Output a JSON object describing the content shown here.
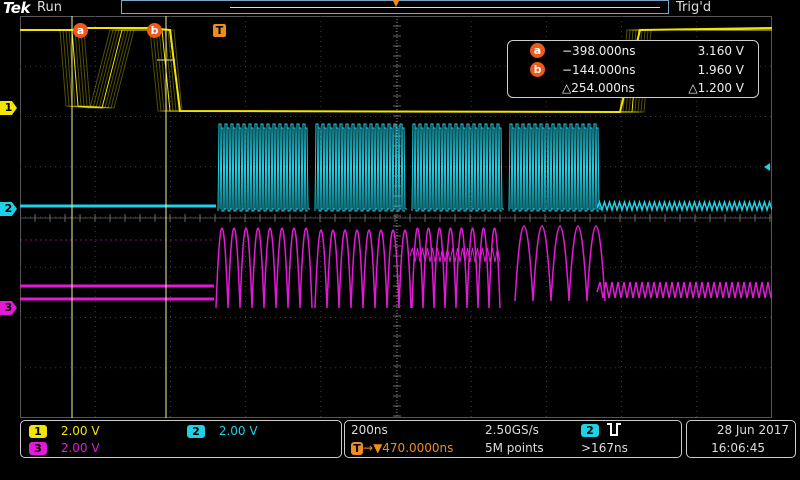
{
  "header": {
    "logo": "Tek",
    "acquisition_state": "Run",
    "trigger_state": "Trig'd"
  },
  "markers": {
    "ch1": "1",
    "ch2": "2",
    "ch3": "3",
    "trigger": "T",
    "cursor_a": "a",
    "cursor_b": "b"
  },
  "cursor_readout": {
    "a": {
      "label": "a",
      "time": "−398.000ns",
      "volts": "3.160 V"
    },
    "b": {
      "label": "b",
      "time": "−144.000ns",
      "volts": "1.960 V"
    },
    "delta": {
      "time": "△254.000ns",
      "volts": "△1.200 V"
    }
  },
  "channels": [
    {
      "id": "1",
      "scale": "2.00 V",
      "color": "#f2e600"
    },
    {
      "id": "2",
      "scale": "2.00 V",
      "color": "#1fd1e6"
    },
    {
      "id": "3",
      "scale": "2.00 V",
      "color": "#e21ad6"
    }
  ],
  "horizontal": {
    "timebase": "200ns",
    "trigger_position": "▼470.0000ns",
    "sample_rate": "2.50GS/s",
    "record_length": "5M points"
  },
  "trigger": {
    "source": "2",
    "type_icon": "pulse-width-icon",
    "condition": ">167ns"
  },
  "datetime": {
    "date": "28 Jun  2017",
    "time": "16:06:45"
  },
  "colors": {
    "ch1": "#f2e600",
    "ch2": "#1fd1e6",
    "ch3": "#e21ad6",
    "cursor": "#f5f59a",
    "trigger": "#ee8d1f"
  }
}
